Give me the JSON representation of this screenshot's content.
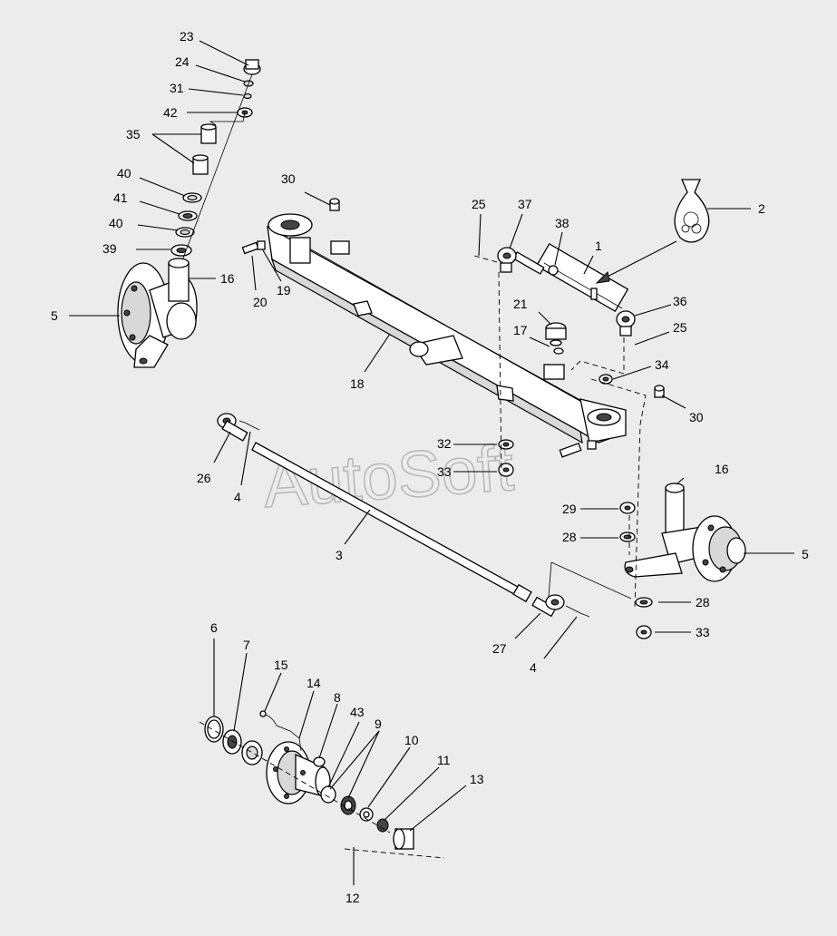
{
  "watermark": "AutoSoft",
  "callouts": [
    {
      "id": "c23a",
      "text": "23"
    },
    {
      "id": "c24a",
      "text": "24"
    },
    {
      "id": "c31a",
      "text": "31"
    },
    {
      "id": "c42a",
      "text": "42"
    },
    {
      "id": "c35a",
      "text": "35"
    },
    {
      "id": "c40a",
      "text": "40"
    },
    {
      "id": "c41a",
      "text": "41"
    },
    {
      "id": "c40b",
      "text": "40"
    },
    {
      "id": "c39a",
      "text": "39"
    },
    {
      "id": "c16a",
      "text": "16"
    },
    {
      "id": "c5a",
      "text": "5"
    },
    {
      "id": "c30a",
      "text": "30"
    },
    {
      "id": "c20a",
      "text": "20"
    },
    {
      "id": "c19a",
      "text": "19"
    },
    {
      "id": "c18a",
      "text": "18"
    },
    {
      "id": "c25a",
      "text": "25"
    },
    {
      "id": "c37a",
      "text": "37"
    },
    {
      "id": "c38a",
      "text": "38"
    },
    {
      "id": "c1a",
      "text": "1"
    },
    {
      "id": "c2a",
      "text": "2"
    },
    {
      "id": "c21a",
      "text": "21"
    },
    {
      "id": "c17a",
      "text": "17"
    },
    {
      "id": "c36a",
      "text": "36"
    },
    {
      "id": "c25b",
      "text": "25"
    },
    {
      "id": "c34a",
      "text": "34"
    },
    {
      "id": "c30b",
      "text": "30"
    },
    {
      "id": "c32a",
      "text": "32"
    },
    {
      "id": "c33a",
      "text": "33"
    },
    {
      "id": "c26a",
      "text": "26"
    },
    {
      "id": "c4a",
      "text": "4"
    },
    {
      "id": "c16b",
      "text": "16"
    },
    {
      "id": "c29a",
      "text": "29"
    },
    {
      "id": "c28a",
      "text": "28"
    },
    {
      "id": "c5b",
      "text": "5"
    },
    {
      "id": "c3a",
      "text": "3"
    },
    {
      "id": "c28b",
      "text": "28"
    },
    {
      "id": "c33b",
      "text": "33"
    },
    {
      "id": "c27a",
      "text": "27"
    },
    {
      "id": "c4b",
      "text": "4"
    },
    {
      "id": "c6a",
      "text": "6"
    },
    {
      "id": "c7a",
      "text": "7"
    },
    {
      "id": "c15a",
      "text": "15"
    },
    {
      "id": "c14a",
      "text": "14"
    },
    {
      "id": "c8a",
      "text": "8"
    },
    {
      "id": "c43a",
      "text": "43"
    },
    {
      "id": "c9a",
      "text": "9"
    },
    {
      "id": "c10a",
      "text": "10"
    },
    {
      "id": "c11a",
      "text": "11"
    },
    {
      "id": "c13a",
      "text": "13"
    },
    {
      "id": "c12a",
      "text": "12"
    }
  ]
}
